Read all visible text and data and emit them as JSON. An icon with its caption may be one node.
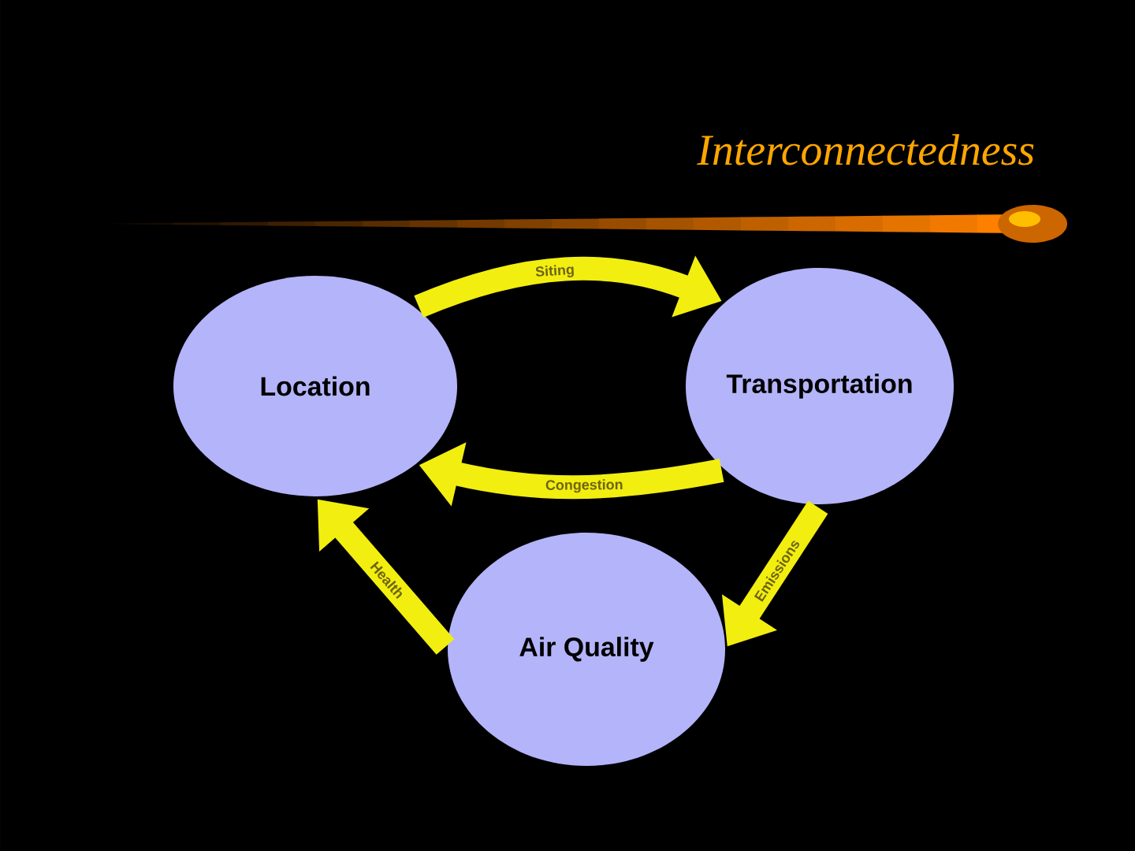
{
  "diagram": {
    "title": "Interconnectedness",
    "nodes": [
      {
        "text": [
          "Location"
        ]
      },
      {
        "text": [
          "Transportation"
        ]
      },
      {
        "text": [
          "Air Quality"
        ]
      }
    ],
    "edges": [
      {
        "from": 0,
        "to": 1,
        "arrow": "to",
        "label": "Siting"
      },
      {
        "from": 1,
        "to": 0,
        "arrow": "to",
        "label": "Congestion"
      },
      {
        "from": 1,
        "to": 2,
        "arrow": "to",
        "label": "Emissions"
      },
      {
        "from": 2,
        "to": 0,
        "arrow": "to",
        "label": "Health"
      }
    ]
  }
}
